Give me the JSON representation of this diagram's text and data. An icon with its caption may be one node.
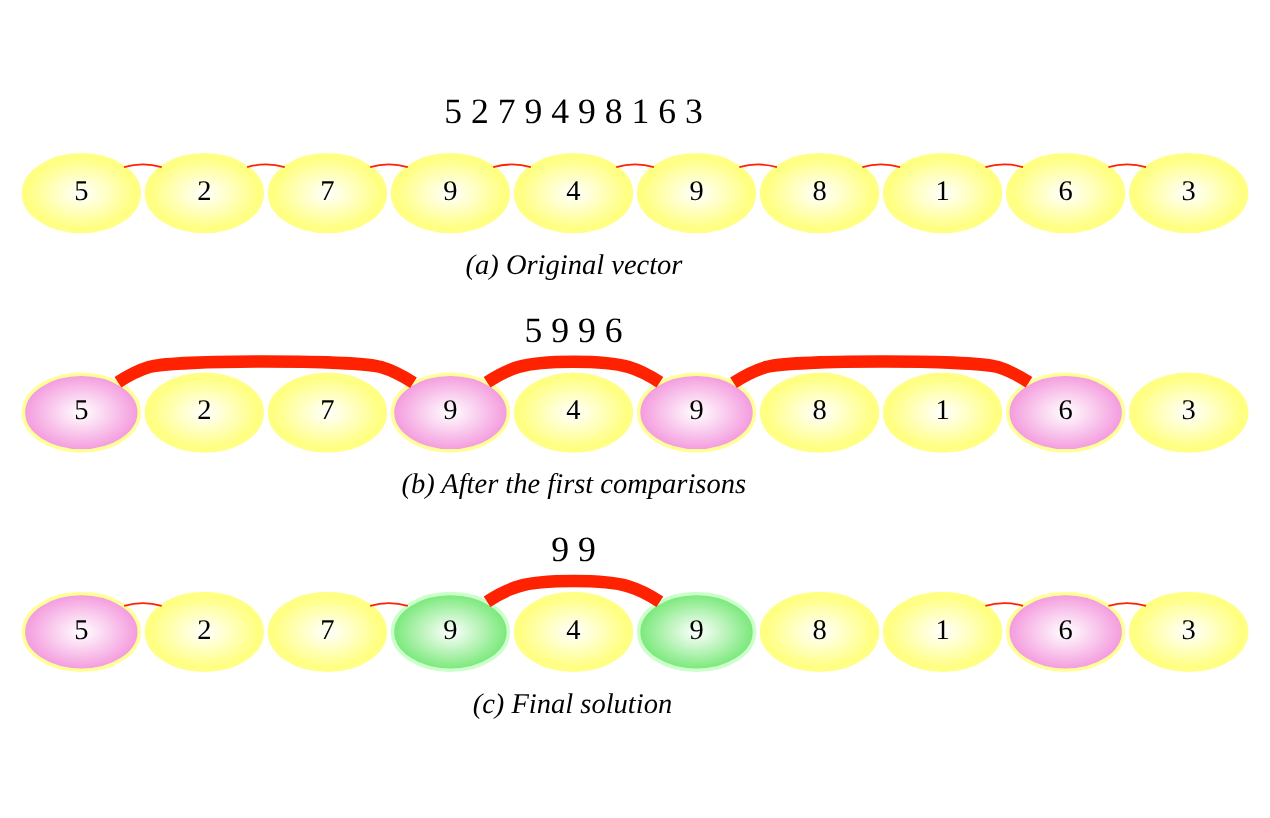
{
  "diagram": {
    "nodes": [
      {
        "text": [
          "5"
        ]
      },
      {
        "text": [
          "2"
        ]
      },
      {
        "text": [
          "7"
        ]
      },
      {
        "text": [
          "9"
        ]
      },
      {
        "text": [
          "4"
        ]
      },
      {
        "text": [
          "9"
        ]
      },
      {
        "text": [
          "8"
        ]
      },
      {
        "text": [
          "1"
        ]
      },
      {
        "text": [
          "6"
        ]
      },
      {
        "text": [
          "3"
        ]
      },
      {
        "text": [
          "5"
        ]
      },
      {
        "text": [
          "2"
        ]
      },
      {
        "text": [
          "7"
        ]
      },
      {
        "text": [
          "9"
        ]
      },
      {
        "text": [
          "4"
        ]
      },
      {
        "text": [
          "9"
        ]
      },
      {
        "text": [
          "8"
        ]
      },
      {
        "text": [
          "1"
        ]
      },
      {
        "text": [
          "6"
        ]
      },
      {
        "text": [
          "3"
        ]
      },
      {
        "text": [
          "5"
        ]
      },
      {
        "text": [
          "2"
        ]
      },
      {
        "text": [
          "7"
        ]
      },
      {
        "text": [
          "9"
        ]
      },
      {
        "text": [
          "4"
        ]
      },
      {
        "text": [
          "9"
        ]
      },
      {
        "text": [
          "8"
        ]
      },
      {
        "text": [
          "1"
        ]
      },
      {
        "text": [
          "6"
        ]
      },
      {
        "text": [
          "3"
        ]
      }
    ],
    "edges": [
      {
        "from": 0,
        "to": 1,
        "arrow": "none"
      },
      {
        "from": 1,
        "to": 2,
        "arrow": "none"
      },
      {
        "from": 2,
        "to": 3,
        "arrow": "none"
      },
      {
        "from": 3,
        "to": 4,
        "arrow": "none"
      },
      {
        "from": 4,
        "to": 5,
        "arrow": "none"
      },
      {
        "from": 5,
        "to": 6,
        "arrow": "none"
      },
      {
        "from": 6,
        "to": 7,
        "arrow": "none"
      },
      {
        "from": 7,
        "to": 8,
        "arrow": "none"
      },
      {
        "from": 8,
        "to": 9,
        "arrow": "none"
      },
      {
        "from": 10,
        "to": 13,
        "arrow": "none",
        "style": "thick"
      },
      {
        "from": 13,
        "to": 15,
        "arrow": "none",
        "style": "thick"
      },
      {
        "from": 15,
        "to": 18,
        "arrow": "none",
        "style": "thick"
      },
      {
        "from": 20,
        "to": 21,
        "arrow": "none"
      },
      {
        "from": 22,
        "to": 23,
        "arrow": "none"
      },
      {
        "from": 23,
        "to": 25,
        "arrow": "none",
        "style": "thick"
      },
      {
        "from": 27,
        "to": 28,
        "arrow": "none"
      },
      {
        "from": 28,
        "to": 29,
        "arrow": "none"
      }
    ],
    "labels": [
      "5 2 7 9 4 9 8 1 6 3",
      "(a) Original vector",
      "5 9 9 6",
      "(b) After the first comparisons",
      "9 9",
      "(c) Final solution"
    ]
  }
}
